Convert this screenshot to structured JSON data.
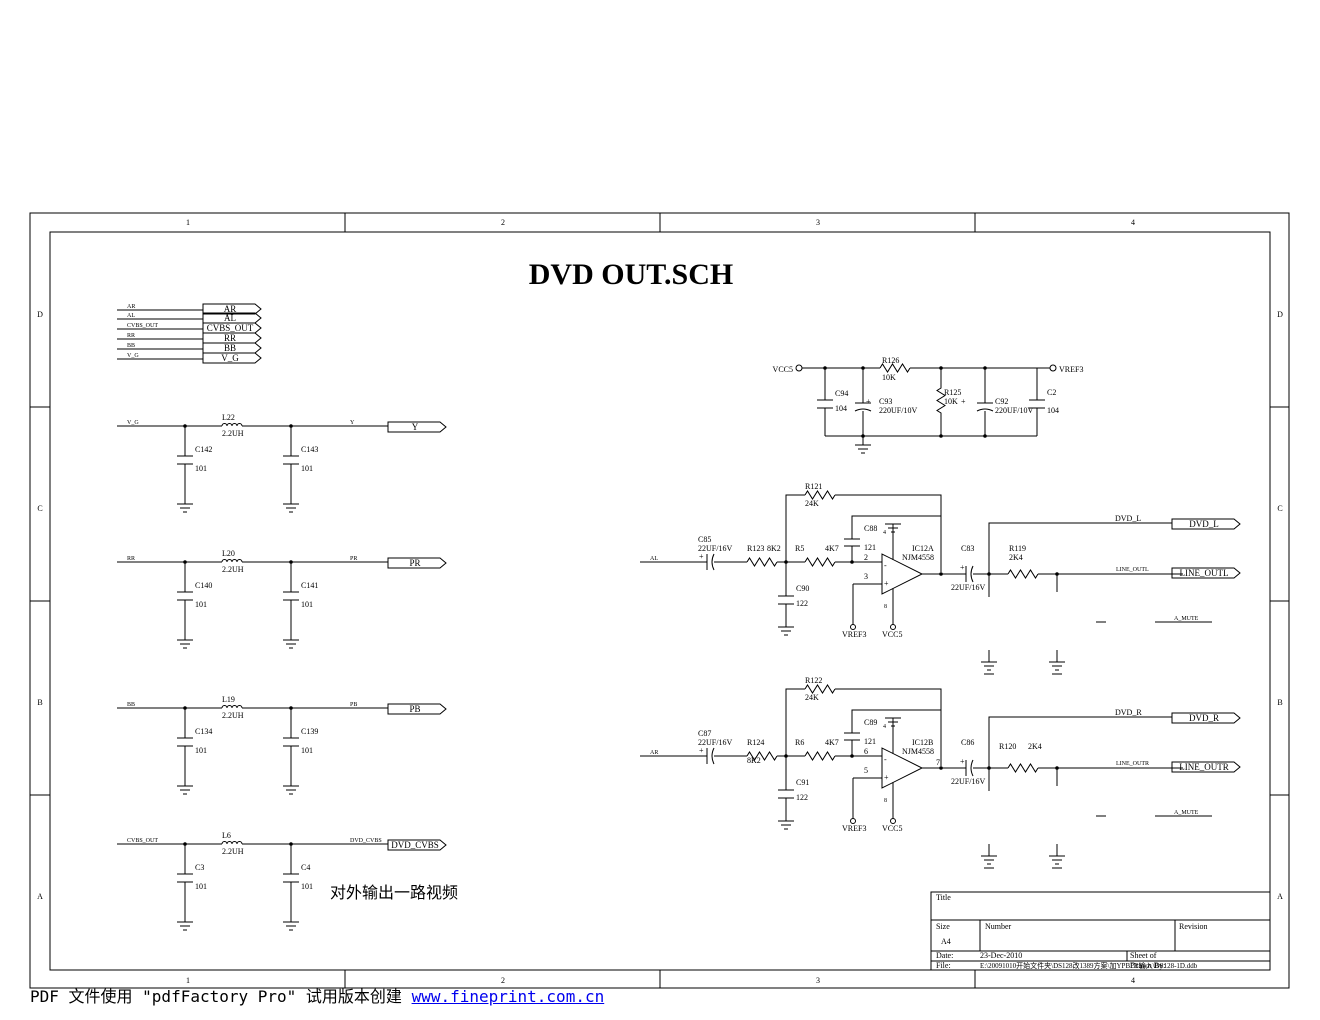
{
  "title": "DVD OUT.SCH",
  "grid": {
    "columns": [
      "1",
      "2",
      "3",
      "4"
    ],
    "rows": [
      "D",
      "C",
      "B",
      "A"
    ]
  },
  "bus": {
    "nets": [
      "AR",
      "AL",
      "CVBS_OUT",
      "RR",
      "BB",
      "V_G"
    ],
    "ports": [
      "AR",
      "AL",
      "CVBS_OUT",
      "RR",
      "BB",
      "V_G"
    ]
  },
  "filters": [
    {
      "in": "V_G",
      "l_ref": "L22",
      "l_val": "2.2UH",
      "c1_ref": "C142",
      "c1_val": "101",
      "c2_ref": "C143",
      "c2_val": "101",
      "net_out": "Y",
      "port": "Y"
    },
    {
      "in": "RR",
      "l_ref": "L20",
      "l_val": "2.2UH",
      "c1_ref": "C140",
      "c1_val": "101",
      "c2_ref": "C141",
      "c2_val": "101",
      "net_out": "PR",
      "port": "PR"
    },
    {
      "in": "BB",
      "l_ref": "L19",
      "l_val": "2.2UH",
      "c1_ref": "C134",
      "c1_val": "101",
      "c2_ref": "C139",
      "c2_val": "101",
      "net_out": "PB",
      "port": "PB"
    },
    {
      "in": "CVBS_OUT",
      "l_ref": "L6",
      "l_val": "2.2UH",
      "c1_ref": "C3",
      "c1_val": "101",
      "c2_ref": "C4",
      "c2_val": "101",
      "net_out": "DVD_CVBS",
      "port": "DVD_CVBS"
    }
  ],
  "note_cn": "对外输出一路视频",
  "supply": {
    "vcc": "VCC5",
    "vref": "VREF3",
    "r126": "R126",
    "r126_val": "10K",
    "r125": "R125",
    "r125_val": "10K",
    "c94": "C94",
    "c94_val": "104",
    "c93": "C93",
    "c93_val": "220UF/10V",
    "c92": "C92",
    "c92_val": "220UF/10V",
    "c2": "C2",
    "c2_val": "104"
  },
  "amps": [
    {
      "in_net": "AL",
      "c_in": "C85",
      "c_in_val": "22UF/16V",
      "r_a": "R123",
      "r_a_val": "8K2",
      "r_b": "R5",
      "r_b_val": "4K7",
      "r_fb": "R121",
      "r_fb_val": "24K",
      "c_fb": "C88",
      "c_fb_val": "121",
      "c_gnd": "C90",
      "c_gnd_val": "122",
      "ic": "IC12A",
      "ic_part": "NJM4558",
      "pin_inv": "2",
      "pin_non": "3",
      "pin_out": "",
      "pin_top": "4",
      "pin_bot": "8",
      "vref": "VREF3",
      "vcc": "VCC5",
      "c_out": "C83",
      "c_out_val": "22UF/16V",
      "r_out": "R119",
      "r_out_val": "2K4",
      "dvd_net": "DVD_L",
      "dvd_port": "DVD_L",
      "line_net": "LINE_OUTL",
      "line_port": "LINE_OUTL",
      "mute": "A_MUTE"
    },
    {
      "in_net": "AR",
      "c_in": "C87",
      "c_in_val": "22UF/16V",
      "r_a": "R124",
      "r_a_val": "8K2",
      "r_b": "R6",
      "r_b_val": "4K7",
      "r_fb": "R122",
      "r_fb_val": "24K",
      "c_fb": "C89",
      "c_fb_val": "121",
      "c_gnd": "C91",
      "c_gnd_val": "122",
      "ic": "IC12B",
      "ic_part": "NJM4558",
      "pin_inv": "6",
      "pin_non": "5",
      "pin_out": "7",
      "pin_top": "4",
      "pin_bot": "8",
      "vref": "VREF3",
      "vcc": "VCC5",
      "c_out": "C86",
      "c_out_val": "22UF/16V",
      "r_out": "R120",
      "r_out_val": "2K4",
      "dvd_net": "DVD_R",
      "dvd_port": "DVD_R",
      "line_net": "LINE_OUTR",
      "line_port": "LINE_OUTR",
      "mute": "A_MUTE"
    }
  ],
  "title_block": {
    "title_label": "Title",
    "size_label": "Size",
    "size": "A4",
    "number_label": "Number",
    "revision_label": "Revision",
    "date_label": "Date:",
    "date": "23-Dec-2010",
    "sheet_label": "Sheet    of",
    "file_label": "File:",
    "file": "E:\\20091010开始文件夹\\DS128改1389方案\\加YPBPR输入\\DS128-1D.ddb",
    "drawn_label": "Drawn By:"
  },
  "footer": {
    "prefix": "PDF 文件使用 \"pdfFactory Pro\" 试用版本创建 ",
    "link": "www.fineprint.com.cn"
  }
}
